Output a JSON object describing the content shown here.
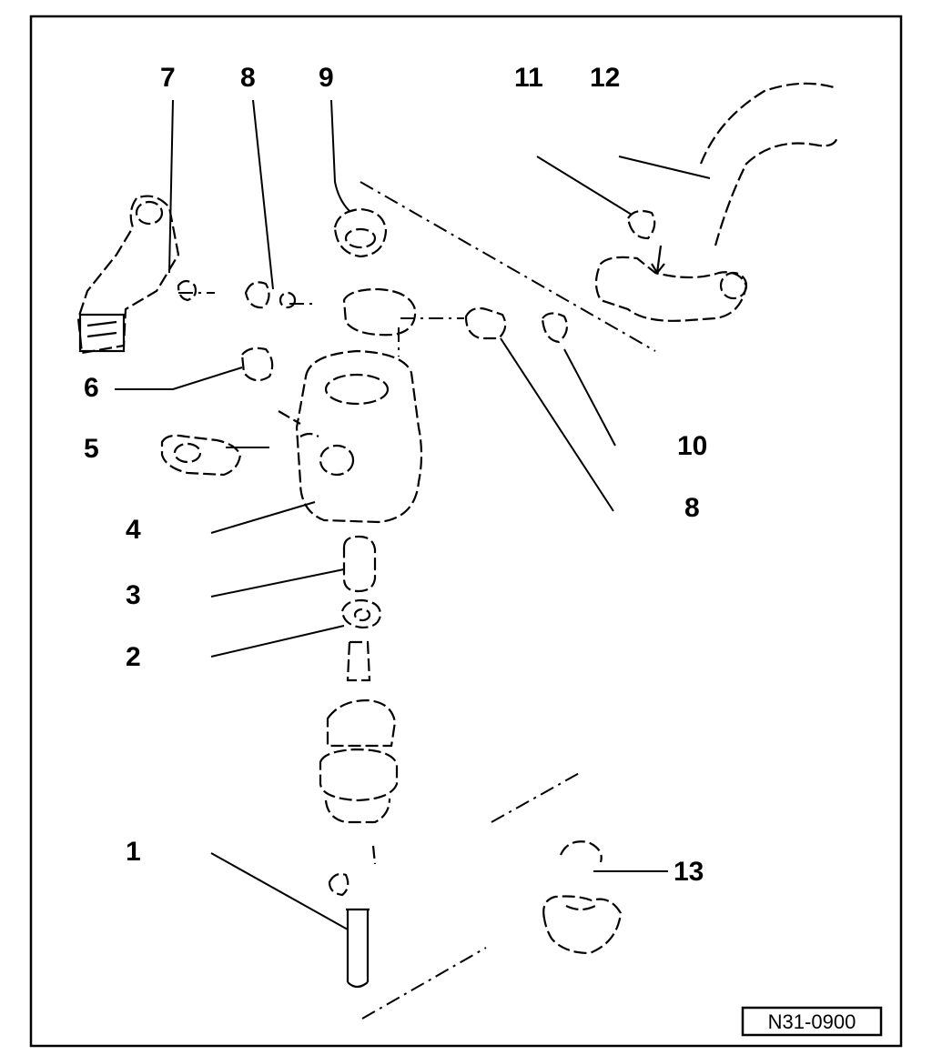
{
  "diagram": {
    "callouts": {
      "c1": "1",
      "c2": "2",
      "c3": "3",
      "c4": "4",
      "c5": "5",
      "c6": "6",
      "c7": "7",
      "c8_top": "8",
      "c8_right": "8",
      "c9": "9",
      "c10": "10",
      "c11": "11",
      "c12": "12",
      "c13": "13"
    },
    "reference_code": "N31-0900"
  }
}
